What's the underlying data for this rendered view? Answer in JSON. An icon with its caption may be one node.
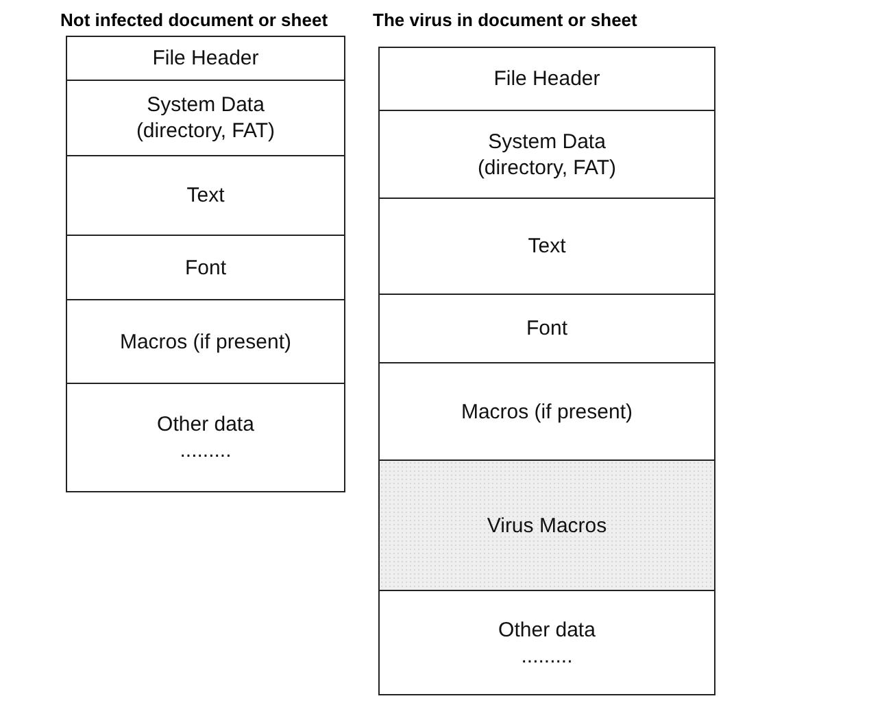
{
  "diagram": {
    "nodes": [
      {
        "text": [
          "Not infected document or sheet"
        ]
      },
      {
        "text": [
          "File Header"
        ],
        "in": 0
      },
      {
        "text": [
          "System Data (directory, FAT)"
        ],
        "in": 0
      },
      {
        "text": [
          "Text"
        ],
        "in": 0
      },
      {
        "text": [
          "Font"
        ],
        "in": 0
      },
      {
        "text": [
          "Macros (if present)"
        ],
        "in": 0
      },
      {
        "text": [
          "Other data",
          "........."
        ],
        "in": 0
      },
      {
        "text": [
          "The virus in document or sheet"
        ]
      },
      {
        "text": [
          "File Header"
        ],
        "in": 7
      },
      {
        "text": [
          "System Data (directory, FAT)"
        ],
        "in": 7
      },
      {
        "text": [
          "Text"
        ],
        "in": 7
      },
      {
        "text": [
          "Font"
        ],
        "in": 7
      },
      {
        "text": [
          "Macros (if present)"
        ],
        "in": 7
      },
      {
        "text": [
          "Virus Macros"
        ],
        "in": 7
      },
      {
        "text": [
          "Other data",
          "........."
        ],
        "in": 7
      }
    ],
    "edges": []
  }
}
